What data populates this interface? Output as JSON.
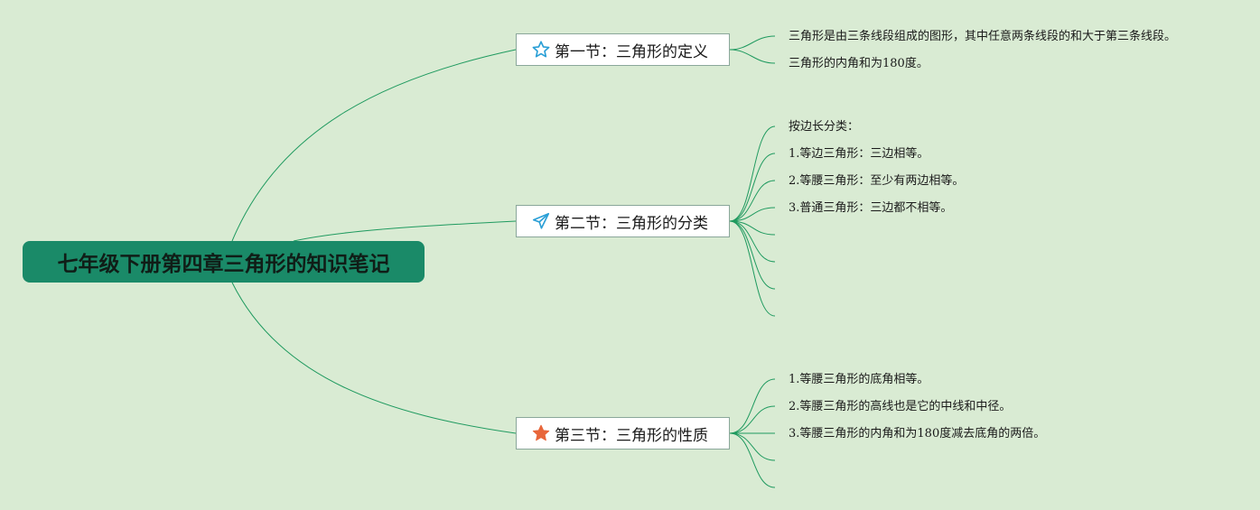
{
  "root": {
    "title": "七年级下册第四章三角形的知识笔记"
  },
  "sections": [
    {
      "title": "第一节：三角形的定义",
      "icon": "star-outline-icon",
      "icon_color": "#2a9fd6",
      "items": [
        "三角形是由三条线段组成的图形，其中任意两条线段的和大于第三条线段。",
        "三角形的内角和为180度。"
      ]
    },
    {
      "title": "第二节：三角形的分类",
      "icon": "paper-plane-icon",
      "icon_color": "#2a9fd6",
      "items": [
        "按边长分类：",
        "1.等边三角形：三边相等。",
        "2.等腰三角形：至少有两边相等。",
        "3.普通三角形：三边都不相等。",
        "",
        "",
        "",
        ""
      ]
    },
    {
      "title": "第三节：三角形的性质",
      "icon": "star-filled-icon",
      "icon_color": "#e8663a",
      "items": [
        "1.等腰三角形的底角相等。",
        "2.等腰三角形的高线也是它的中线和中径。",
        "3.等腰三角形的内角和为180度减去底角的两倍。",
        "",
        ""
      ]
    }
  ],
  "colors": {
    "background": "#d9ebd3",
    "root_fill": "#1a8a68",
    "connector": "#1f9a5f"
  }
}
